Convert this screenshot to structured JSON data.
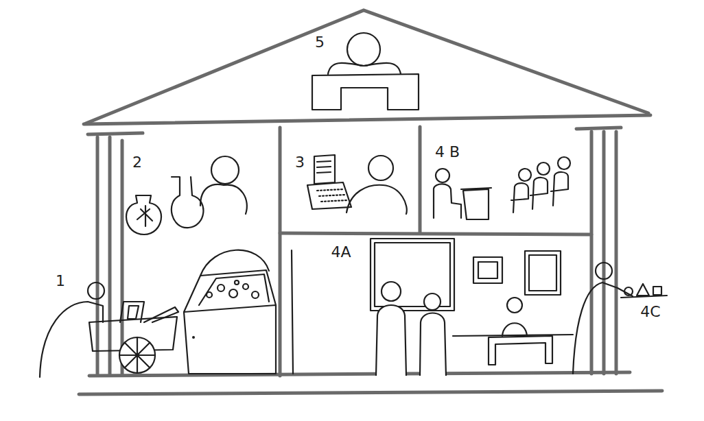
{
  "diagram": {
    "labels": [
      "5",
      "2",
      "3",
      "4 B",
      "4A",
      "1",
      "4C"
    ]
  }
}
